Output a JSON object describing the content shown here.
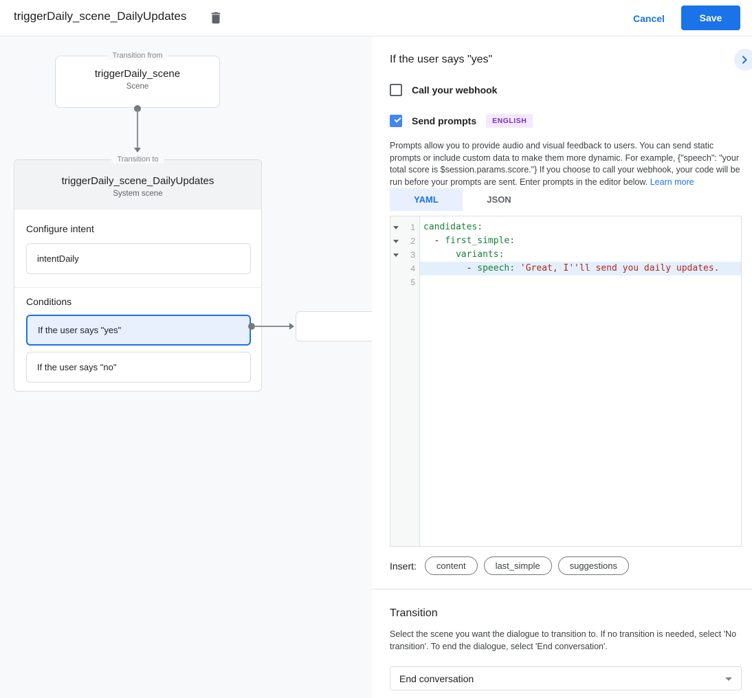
{
  "header": {
    "title": "triggerDaily_scene_DailyUpdates",
    "cancel_label": "Cancel",
    "save_label": "Save"
  },
  "canvas": {
    "from_box": {
      "legend": "Transition from",
      "title": "triggerDaily_scene",
      "subtitle": "Scene"
    },
    "to_box": {
      "legend": "Transition to",
      "title": "triggerDaily_scene_DailyUpdates",
      "subtitle": "System scene",
      "intent": {
        "label": "Configure intent",
        "value": "intentDaily"
      },
      "conditions": {
        "label": "Conditions",
        "items": [
          {
            "label": "If the user says \"yes\"",
            "selected": true
          },
          {
            "label": "If the user says \"no\"",
            "selected": false
          }
        ]
      }
    }
  },
  "panel": {
    "title": "If the user says \"yes\"",
    "webhook": {
      "label": "Call your webhook",
      "checked": false
    },
    "prompts": {
      "label": "Send prompts",
      "checked": true,
      "badge": "ENGLISH"
    },
    "description": "Prompts allow you to provide audio and visual feedback to users. You can send static prompts or include custom data to make them more dynamic. For example, {\"speech\": \"your total score is $session.params.score.\"} If you choose to call your webhook, your code will be run before your prompts are sent. Enter prompts in the editor below.",
    "learn_more": "Learn more",
    "tabs": [
      {
        "label": "YAML",
        "active": true
      },
      {
        "label": "JSON",
        "active": false
      }
    ],
    "editor": {
      "lines": [
        {
          "number": 1,
          "fold": true,
          "highlighted": false,
          "tokens": [
            {
              "t": "key",
              "v": "candidates:"
            }
          ]
        },
        {
          "number": 2,
          "fold": true,
          "highlighted": false,
          "tokens": [
            {
              "t": "plain",
              "v": "  - "
            },
            {
              "t": "key",
              "v": "first_simple:"
            }
          ]
        },
        {
          "number": 3,
          "fold": true,
          "highlighted": false,
          "tokens": [
            {
              "t": "plain",
              "v": "      "
            },
            {
              "t": "key",
              "v": "variants:"
            }
          ]
        },
        {
          "number": 4,
          "fold": false,
          "highlighted": true,
          "tokens": [
            {
              "t": "plain",
              "v": "        - "
            },
            {
              "t": "key",
              "v": "speech:"
            },
            {
              "t": "plain",
              "v": " "
            },
            {
              "t": "str",
              "v": "'Great, I''ll send you daily updates."
            }
          ]
        },
        {
          "number": 5,
          "fold": false,
          "highlighted": false,
          "tokens": []
        }
      ]
    },
    "insert": {
      "label": "Insert:",
      "chips": [
        "content",
        "last_simple",
        "suggestions"
      ]
    },
    "transition": {
      "title": "Transition",
      "description": "Select the scene you want the dialogue to transition to. If no transition is needed, select 'No transition'. To end the dialogue, select 'End conversation'.",
      "dropdown_value": "End conversation"
    }
  },
  "colors": {
    "accent_blue": "#1a73e8",
    "checkbox_blue": "#4285f4",
    "selected_condition_bg": "#e8f0fe",
    "badge_text": "#7b2fbf",
    "badge_bg": "#f3e8fd",
    "yaml_key": "#188038",
    "yaml_string": "#b3261e",
    "line_highlight": "#e3f0fc",
    "canvas_bg": "#f8f9fa"
  }
}
